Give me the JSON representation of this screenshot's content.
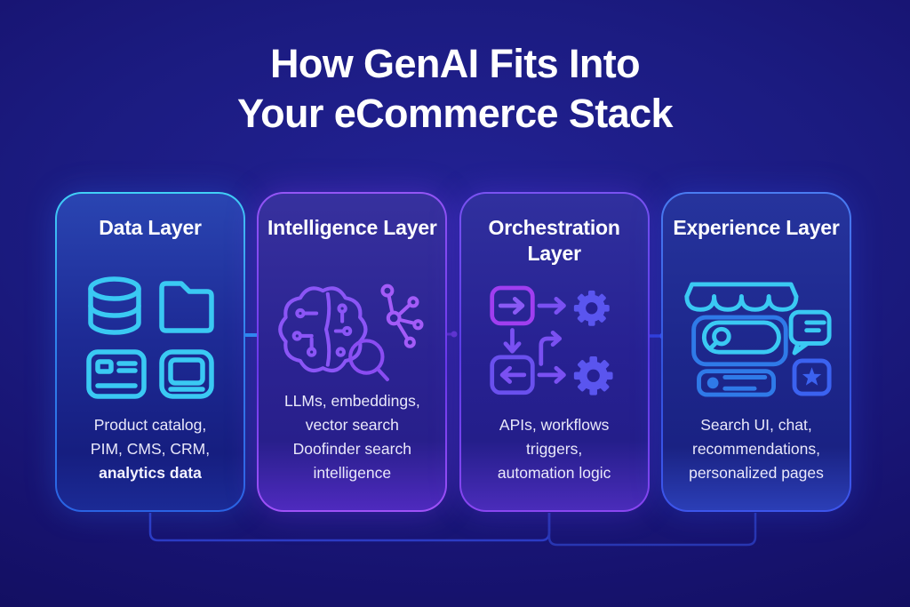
{
  "title": {
    "line1": "How GenAI Fits Into",
    "line2": "Your eCommerce Stack"
  },
  "cards": [
    {
      "id": "data-layer",
      "title": "Data Layer",
      "desc": [
        "Product catalog,",
        "PIM, CMS, CRM,",
        "analytics data"
      ],
      "icons": [
        "database-icon",
        "folder-icon",
        "id-card-icon",
        "device-icon"
      ],
      "accent": "#3AC9F3"
    },
    {
      "id": "intelligence-layer",
      "title": "Intelligence Layer",
      "desc": [
        "LLMs, embeddings,",
        "vector search",
        "Doofinder search",
        "intelligence"
      ],
      "icons": [
        "brain-circuit-icon",
        "network-graph-icon",
        "magnifier-icon"
      ],
      "accent": "#8B55F6"
    },
    {
      "id": "orchestration-layer",
      "title": "Orchestration Layer",
      "desc": [
        "APIs, workflows",
        "triggers,",
        "automation logic"
      ],
      "icons": [
        "workflow-boxes-icon",
        "gear-icon"
      ],
      "accent": "#6A4CF0"
    },
    {
      "id": "experience-layer",
      "title": "Experience Layer",
      "desc": [
        "Search UI, chat,",
        "recommendations,",
        "personalized pages"
      ],
      "icons": [
        "storefront-icon",
        "chat-bubble-icon",
        "star-badge-icon"
      ],
      "accent": "#3B7AF0"
    }
  ],
  "colors": {
    "background": "#1B1B80",
    "title_text": "#FFFFFF",
    "body_text": "#E9E8FA",
    "cyan": "#3AC9F3",
    "purple": "#7B3FF2",
    "indigo": "#5B55F0",
    "blue": "#2F62E8",
    "connector_bracket": "#2C3CC4"
  }
}
